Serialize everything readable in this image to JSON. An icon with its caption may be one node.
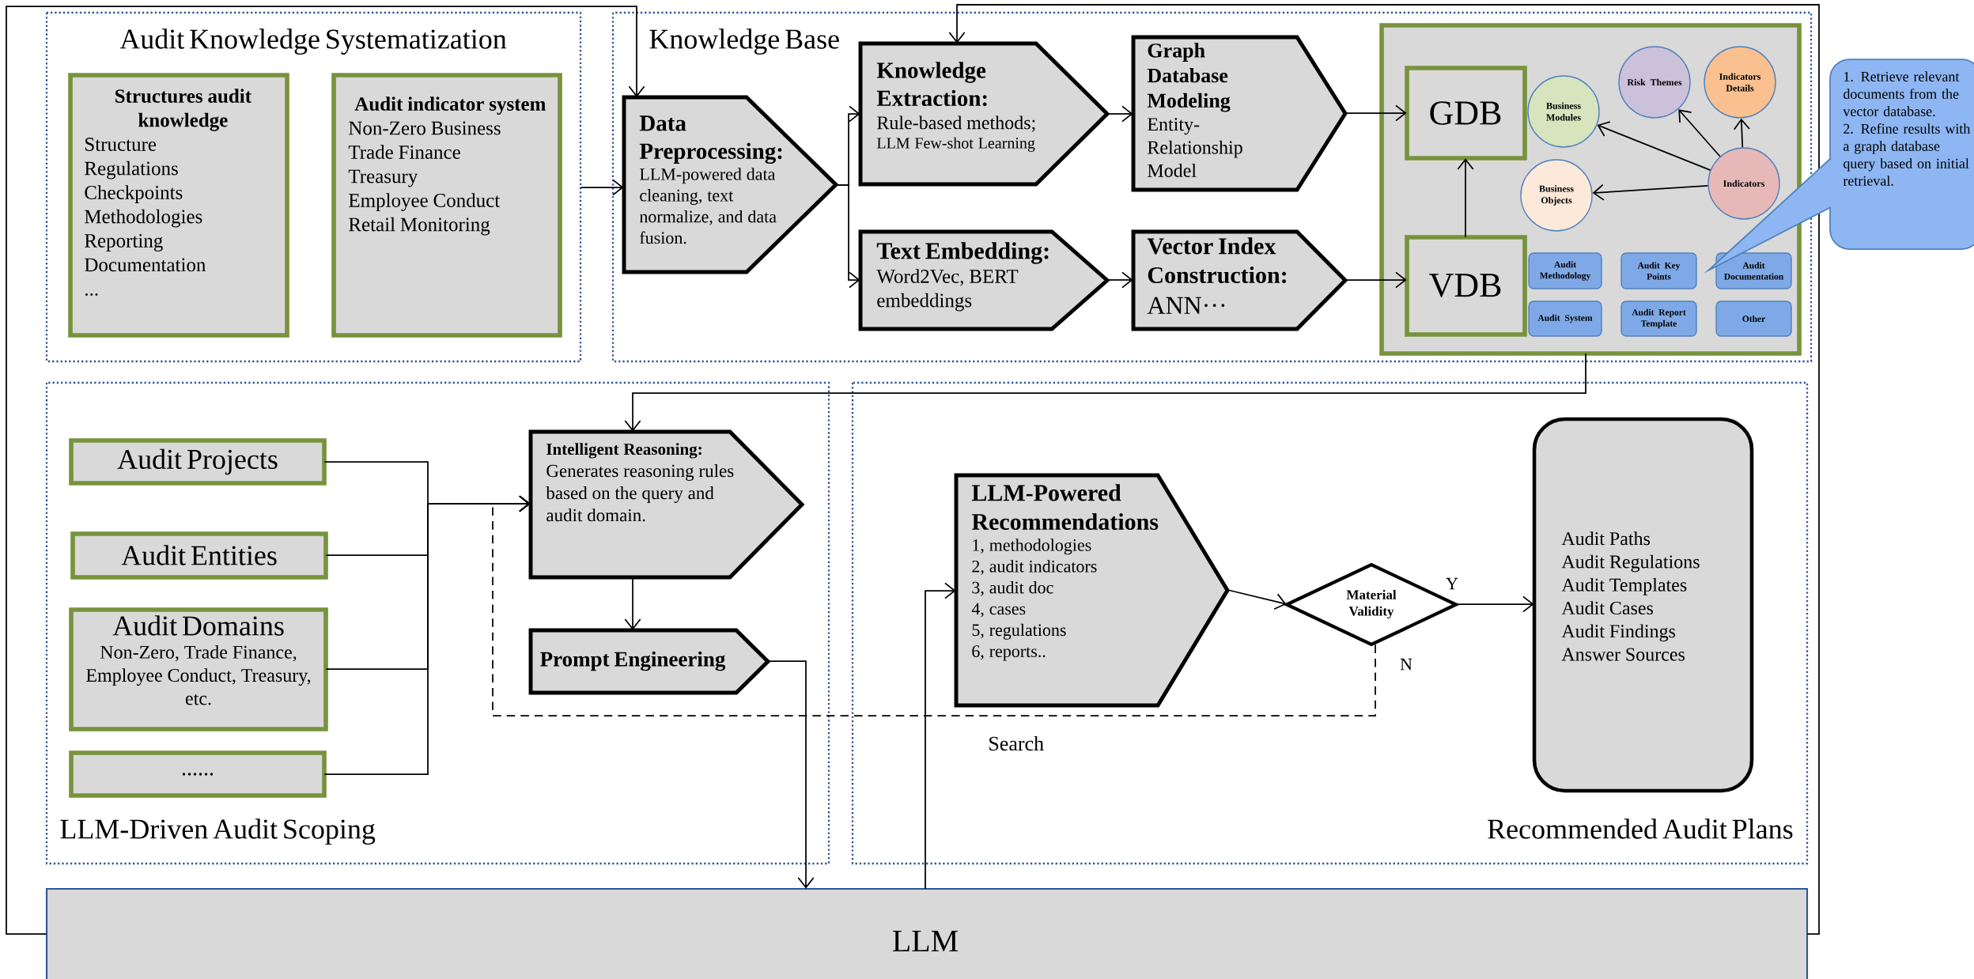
{
  "diagram": {
    "nodes": [
      {
        "text": [
          "Audit Knowledge Systematization"
        ]
      },
      {
        "text": [
          "Structures audit knowledge",
          "Structure",
          "Regulations",
          "Checkpoints",
          "Methodologies",
          "Reporting",
          "Documentation",
          "..."
        ],
        "in": 0
      },
      {
        "text": [
          "Audit indicator system",
          "Non-Zero Business",
          "Trade Finance",
          "Treasury",
          "Employee Conduct",
          "Retail Monitoring"
        ],
        "in": 0
      },
      {
        "text": [
          "Knowledge Base"
        ]
      },
      {
        "text": [
          "Data Preprocessing:",
          "LLM-powered data cleaning, text normalize, and data fusion."
        ],
        "in": 3
      },
      {
        "text": [
          "Knowledge Extraction:",
          "Rule-based methods;",
          "LLM Few-shot Learning"
        ],
        "in": 3
      },
      {
        "text": [
          "Graph Database Modeling",
          "Entity-Relationship Model"
        ],
        "in": 3
      },
      {
        "text": [
          "Text Embedding:",
          "Word2Vec, BERT embeddings"
        ],
        "in": 3
      },
      {
        "text": [
          "Vector Index Construction:",
          "ANN···"
        ],
        "in": 3
      },
      {
        "text": [],
        "shape": "box",
        "in": 3
      },
      {
        "text": [
          "GDB"
        ],
        "in": 9
      },
      {
        "text": [
          "VDB"
        ],
        "in": 9
      },
      {
        "text": [
          "Business Modules"
        ],
        "in": 9
      },
      {
        "text": [
          "Risk Themes"
        ],
        "in": 9
      },
      {
        "text": [
          "Indicators Details"
        ],
        "in": 9
      },
      {
        "text": [
          "Business Objects"
        ],
        "in": 9
      },
      {
        "text": [
          "Indicators"
        ],
        "in": 9
      },
      {
        "text": [
          "Audit Methodology"
        ],
        "in": 9
      },
      {
        "text": [
          "Audit Key Points"
        ],
        "in": 9
      },
      {
        "text": [
          "Audit Documentation"
        ],
        "in": 9
      },
      {
        "text": [
          "Audit System"
        ],
        "in": 9
      },
      {
        "text": [
          "Audit Report Template"
        ],
        "in": 9
      },
      {
        "text": [
          "Other"
        ],
        "in": 9
      },
      {
        "text": [
          "1. Retrieve relevant documents from the vector database.",
          "2. Refine results with a graph database query based on initial retrieval."
        ]
      },
      {
        "text": [
          "LLM-Driven Audit Scoping"
        ]
      },
      {
        "text": [
          "Audit Projects"
        ],
        "in": 24
      },
      {
        "text": [
          "Audit Entities"
        ],
        "in": 24
      },
      {
        "text": [
          "Audit Domains",
          "Non-Zero, Trade Finance, Employee Conduct, Treasury, etc."
        ],
        "in": 24
      },
      {
        "text": [
          "......"
        ],
        "in": 24
      },
      {
        "text": [
          "Intelligent Reasoning:",
          "Generates reasoning rules based on the query and audit domain."
        ],
        "in": 24
      },
      {
        "text": [
          "Prompt Engineering"
        ],
        "in": 24
      },
      {
        "text": [
          "Recommended Audit Plans"
        ]
      },
      {
        "text": [
          "LLM-Powered Recommendations",
          "1, methodologies",
          "2, audit indicators",
          "3, audit doc",
          "4, cases",
          "5, regulations",
          "6, reports.."
        ],
        "beside": [
          "Search"
        ],
        "in": 31
      },
      {
        "text": [
          "Material Validity"
        ],
        "in": 31
      },
      {
        "text": [
          "Audit Paths",
          "Audit Regulations",
          "Audit Templates",
          "Audit Cases",
          "Audit Findings",
          "Answer Sources"
        ],
        "in": 31
      },
      {
        "text": [
          "LLM"
        ]
      }
    ],
    "edges": [
      {
        "from": 35,
        "to": 4,
        "arrow": "to"
      },
      {
        "from": 35,
        "to": 5,
        "arrow": "to"
      },
      {
        "from": 0,
        "to": 4,
        "arrow": "to"
      },
      {
        "from": 4,
        "to": 5,
        "arrow": "to"
      },
      {
        "from": 4,
        "to": 7,
        "arrow": "to"
      },
      {
        "from": 5,
        "to": 6,
        "arrow": "to"
      },
      {
        "from": 7,
        "to": 8,
        "arrow": "to"
      },
      {
        "from": 6,
        "to": 10,
        "arrow": "to"
      },
      {
        "from": 8,
        "to": 11,
        "arrow": "to"
      },
      {
        "from": 11,
        "to": 10,
        "arrow": "to"
      },
      {
        "from": 16,
        "to": 12,
        "arrow": "to"
      },
      {
        "from": 16,
        "to": 13,
        "arrow": "to"
      },
      {
        "from": 16,
        "to": 14,
        "arrow": "to"
      },
      {
        "from": 16,
        "to": 15,
        "arrow": "to"
      },
      {
        "from": 9,
        "to": 29,
        "arrow": "to"
      },
      {
        "from": 25,
        "to": 29,
        "arrow": "to"
      },
      {
        "from": 26,
        "to": 29,
        "arrow": "to"
      },
      {
        "from": 27,
        "to": 29,
        "arrow": "to"
      },
      {
        "from": 28,
        "to": 29,
        "arrow": "to"
      },
      {
        "from": 29,
        "to": 30,
        "arrow": "to"
      },
      {
        "from": 30,
        "to": 35,
        "arrow": "to"
      },
      {
        "from": 35,
        "to": 32,
        "arrow": "to"
      },
      {
        "from": 32,
        "to": 33,
        "arrow": "to"
      },
      {
        "from": 33,
        "to": 34,
        "arrow": "to",
        "label": "Y"
      },
      {
        "from": 33,
        "to": 29,
        "arrow": "to",
        "label": "N",
        "style": "dashed"
      }
    ]
  }
}
